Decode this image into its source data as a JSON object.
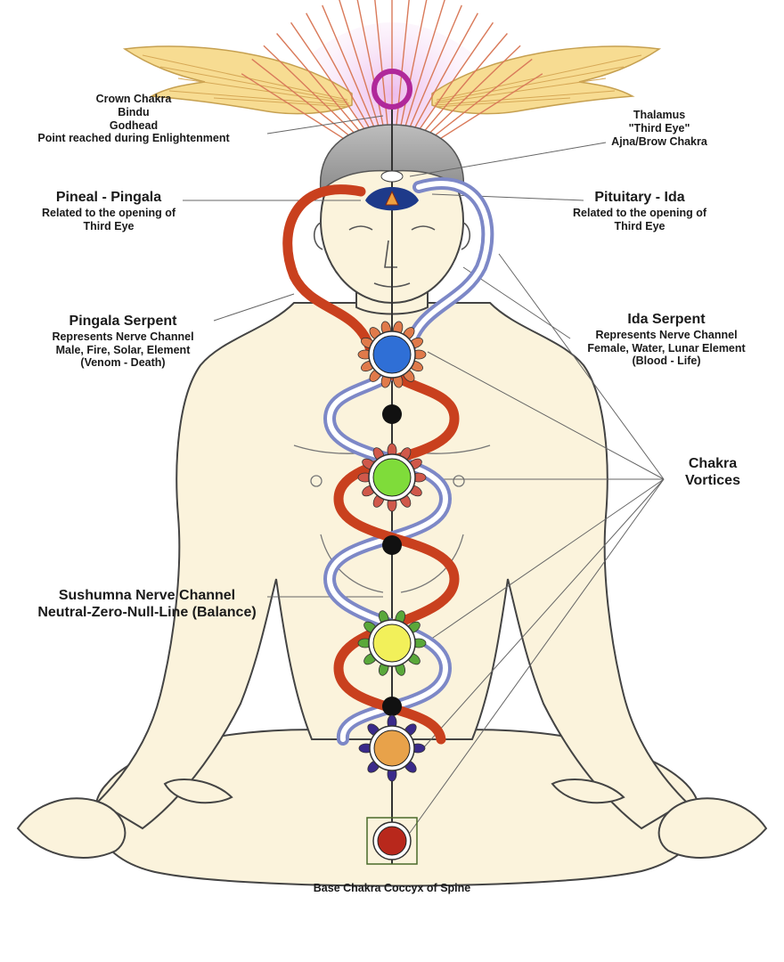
{
  "labels": {
    "crown": [
      "Crown Chakra",
      "Bindu",
      "Godhead",
      "Point reached during Enlightenment"
    ],
    "thalamus": [
      "Thalamus",
      "\"Third Eye\"",
      "Ajna/Brow Chakra"
    ],
    "pineal": {
      "title": "Pineal - Pingala",
      "lines": [
        "Related to the opening of",
        "Third Eye"
      ]
    },
    "pituitary": {
      "title": "Pituitary - Ida",
      "lines": [
        "Related to the opening of",
        "Third Eye"
      ]
    },
    "pingala_serpent": {
      "title": "Pingala Serpent",
      "lines": [
        "Represents Nerve Channel",
        "Male, Fire, Solar, Element",
        "(Venom - Death)"
      ]
    },
    "ida_serpent": {
      "title": "Ida Serpent",
      "lines": [
        "Represents Nerve Channel",
        "Female, Water, Lunar Element",
        "(Blood - Life)"
      ]
    },
    "vortices": [
      "Chakra",
      "Vortices"
    ],
    "sushumna": [
      "Sushumna Nerve Channel",
      "Neutral-Zero-Null-Line (Balance)"
    ],
    "base": "Base Chakra Coccyx of Spine"
  },
  "chakras": [
    {
      "name": "throat",
      "color": "#2f6fd6"
    },
    {
      "name": "heart",
      "color": "#7fdc3a"
    },
    {
      "name": "solar-plexus",
      "color": "#f2f05a"
    },
    {
      "name": "sacral",
      "color": "#e8a24a"
    },
    {
      "name": "root",
      "color": "#b8281c"
    }
  ],
  "colors": {
    "pingala": "#c9401e",
    "ida": "#7d88c7",
    "skin": "#fbf3dc",
    "outline": "#3a3a3a",
    "wings": "#f5d88a",
    "crown_halo": "#e0a8e0"
  }
}
